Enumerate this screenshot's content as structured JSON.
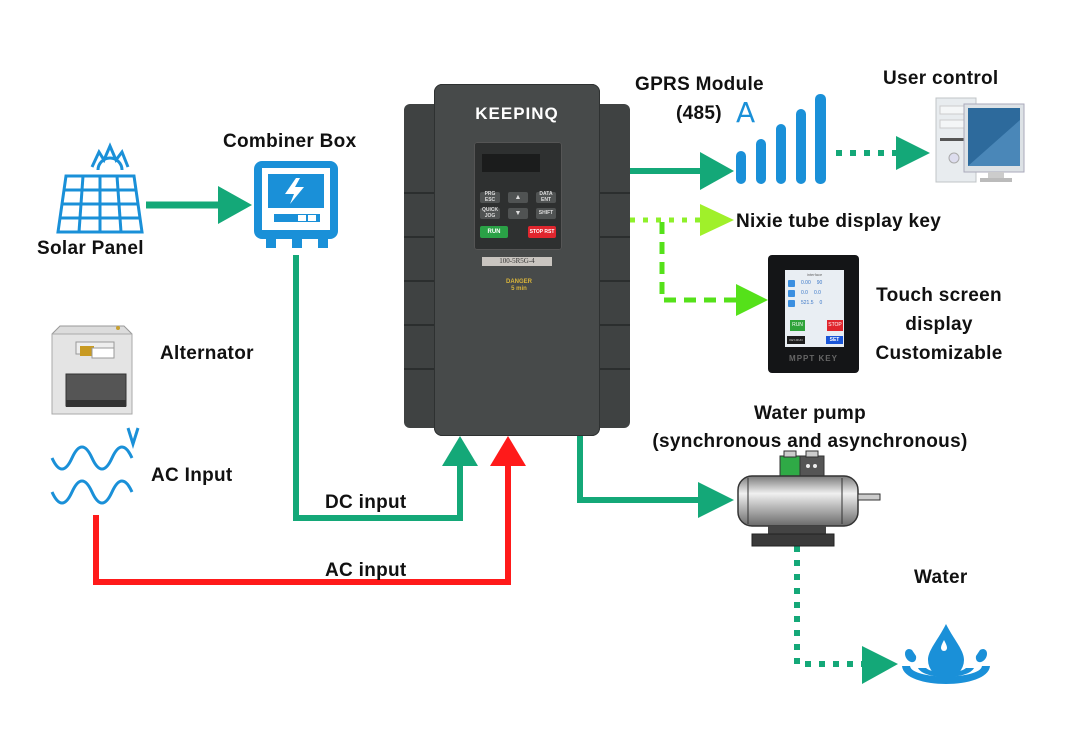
{
  "colors": {
    "dc_line": "#14a878",
    "ac_line": "#ff1a1a",
    "nixie_line": "#8ef02a",
    "touch_line": "#55e11a",
    "icon_blue": "#1a90d8",
    "inverter_body": "#444747"
  },
  "nodes": {
    "solar_panel": {
      "label": "Solar Panel",
      "icon": "solar-panel-icon"
    },
    "combiner_box": {
      "label": "Combiner Box",
      "icon": "combiner-box-icon"
    },
    "alternator": {
      "label": "Alternator",
      "icon": "alternator-icon"
    },
    "ac_source": {
      "label": "AC Input",
      "icon": "ac-wave-icon",
      "unit": "V"
    },
    "gprs": {
      "label_line1": "GPRS Module",
      "label_line2": "(485)",
      "unit": "A",
      "icon": "signal-bars-icon"
    },
    "user_control": {
      "label": "User control",
      "icon": "computer-icon"
    },
    "nixie": {
      "label": "Nixie tube display  key"
    },
    "touch_screen": {
      "label_lines": [
        "Touch screen",
        "display",
        "Customizable"
      ],
      "screen_title": "interface",
      "rows": [
        {
          "left": "0.00",
          "right": "90"
        },
        {
          "left": "0.0",
          "right": "0.0"
        },
        {
          "left": "521.5",
          "right": "0"
        }
      ],
      "run": "RUN",
      "stop": "STOP",
      "key_run": "KEY-RUN",
      "set": "SET",
      "brand": "MPPT KEY"
    },
    "water_pump": {
      "label_line1": "Water pump",
      "label_line2": "(synchronous and asynchronous)",
      "icon": "motor-pump-icon"
    },
    "water": {
      "label": "Water",
      "icon": "water-drop-icon"
    },
    "inverter": {
      "brand": "KEEPINQ",
      "model": "100-5R5G-4",
      "danger_line1": "DANGER",
      "danger_line2": "5 min",
      "keys": {
        "prg": "PRG ESC",
        "up": "▲",
        "data": "DATA ENT",
        "quick": "QUICK JOG",
        "down": "▼",
        "shift": "SHIFT",
        "run": "RUN",
        "stop": "STOP RST"
      }
    }
  },
  "connections": {
    "dc_input": "DC input",
    "ac_input": "AC input"
  }
}
